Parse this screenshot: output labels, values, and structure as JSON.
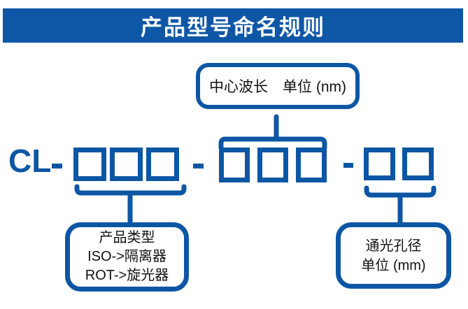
{
  "title": "产品型号命名规则",
  "colors": {
    "accent": "#0d56a4",
    "banner_bg": "#0e57a6",
    "banner_text": "#ffffff",
    "text": "#111111",
    "background": "#ffffff"
  },
  "model": {
    "prefix": "CL",
    "separator": "-"
  },
  "segments": [
    {
      "id": "product-type",
      "boxes": 3
    },
    {
      "id": "center-wavelength",
      "boxes": 3
    },
    {
      "id": "clear-aperture",
      "boxes": 2
    }
  ],
  "callouts": {
    "center_wavelength": {
      "text": "中心波长　单位 (nm)"
    },
    "product_type": {
      "lines": [
        "产品类型",
        "ISO->隔离器",
        "ROT->旋光器"
      ]
    },
    "clear_aperture": {
      "lines": [
        "通光孔径",
        "单位 (mm)"
      ]
    }
  }
}
